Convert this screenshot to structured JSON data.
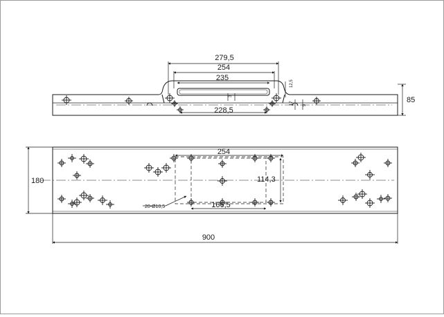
{
  "drawing": {
    "top_view": {
      "dim_279_5": "279,5",
      "dim_254": "254",
      "dim_235": "235",
      "dim_228_5": "228,5",
      "dim_85": "85",
      "dim_12_5": "12,5",
      "dim_17": "17",
      "dim_9": "9",
      "dim_3": "3"
    },
    "plan_view": {
      "dim_254": "254",
      "dim_180": "180",
      "dim_114_3": "114,3",
      "dim_166_5": "166,5",
      "dim_900": "900",
      "hole_note": "20-Ø10,5"
    }
  },
  "colors": {
    "line": "#1a1a1a",
    "frame": "#9a9a9a",
    "background": "#ffffff"
  }
}
